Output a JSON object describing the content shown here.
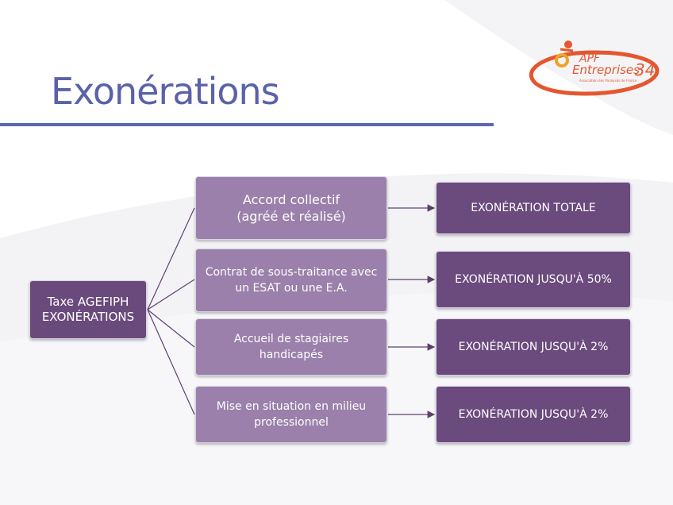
{
  "title": "Exonérations",
  "logo": {
    "brand": "APF",
    "name": "Entreprises",
    "number": "34",
    "tagline": "Association des Paralysés de France"
  },
  "colors": {
    "title": "#5a62a8",
    "rule": "#5b66b2",
    "root_box": "#6a4a7c",
    "middle_box": "#9a80aa",
    "result_box": "#6b4a7d",
    "connector": "#5e4070",
    "logo": "#e4572e"
  },
  "diagram": {
    "root": "Taxe AGEFIPH\nEXONÉRATIONS",
    "branches": [
      {
        "condition": "Accord collectif\n(agréé et réalisé)",
        "result": "EXONÉRATION TOTALE"
      },
      {
        "condition": "Contrat de sous-traitance avec\nun ESAT ou une E.A.",
        "result": "EXONÉRATION JUSQU'À 50%"
      },
      {
        "condition": "Accueil de stagiaires\nhandicapés",
        "result": "EXONÉRATION JUSQU'À 2%"
      },
      {
        "condition": "Mise en situation en milieu\nprofessionnel",
        "result": "EXONÉRATION JUSQU'À 2%"
      }
    ]
  }
}
